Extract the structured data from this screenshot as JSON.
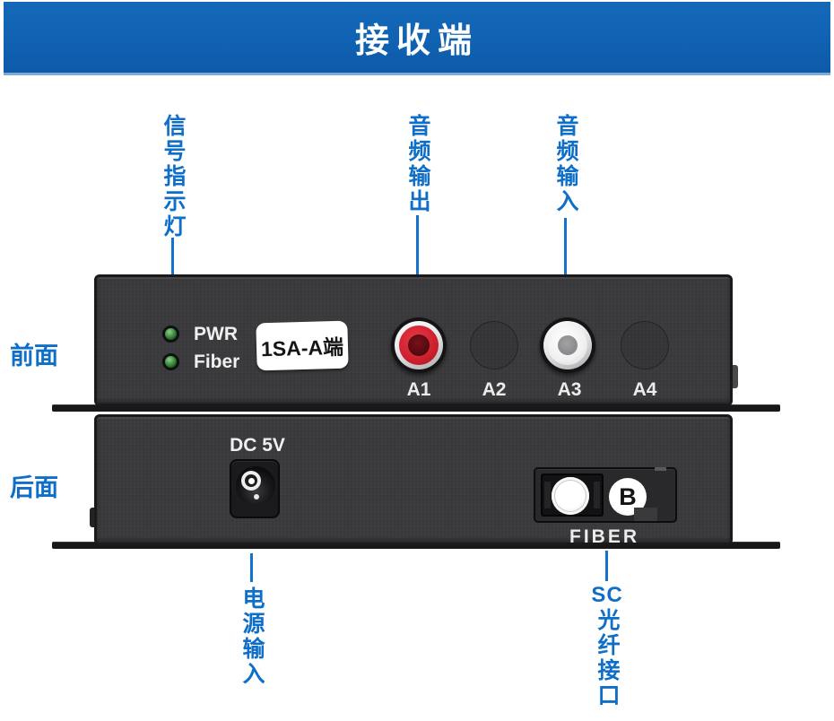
{
  "banner": {
    "title": "接收端"
  },
  "callouts": {
    "signal_indicator": {
      "label": "信号指示灯"
    },
    "audio_output": {
      "label": "音频输出"
    },
    "audio_input": {
      "label": "音频输入"
    },
    "power_input": {
      "label": "电源输入"
    },
    "sc_fiber": {
      "prefix": "SC",
      "label": "光纤接口"
    }
  },
  "views": {
    "front": {
      "label": "前面"
    },
    "back": {
      "label": "后面"
    }
  },
  "front_panel": {
    "leds": [
      {
        "label": "PWR"
      },
      {
        "label": "Fiber"
      }
    ],
    "name_plate": "1SA-A端",
    "ports": [
      {
        "label": "A1",
        "type": "rca-red"
      },
      {
        "label": "A2",
        "type": "blank"
      },
      {
        "label": "A3",
        "type": "rca-white"
      },
      {
        "label": "A4",
        "type": "blank"
      }
    ]
  },
  "back_panel": {
    "power_label": "DC 5V",
    "fiber_label": "FIBER",
    "fiber_letter": "B"
  },
  "colors": {
    "banner_blue": "#1061b1",
    "banner_edge": "#7fa9d6",
    "callout_blue": "#0e6ec8",
    "panel_gray": "#3a3a3c",
    "rca_red": "#ce1f2d",
    "led_green": "#3f8f3f"
  }
}
